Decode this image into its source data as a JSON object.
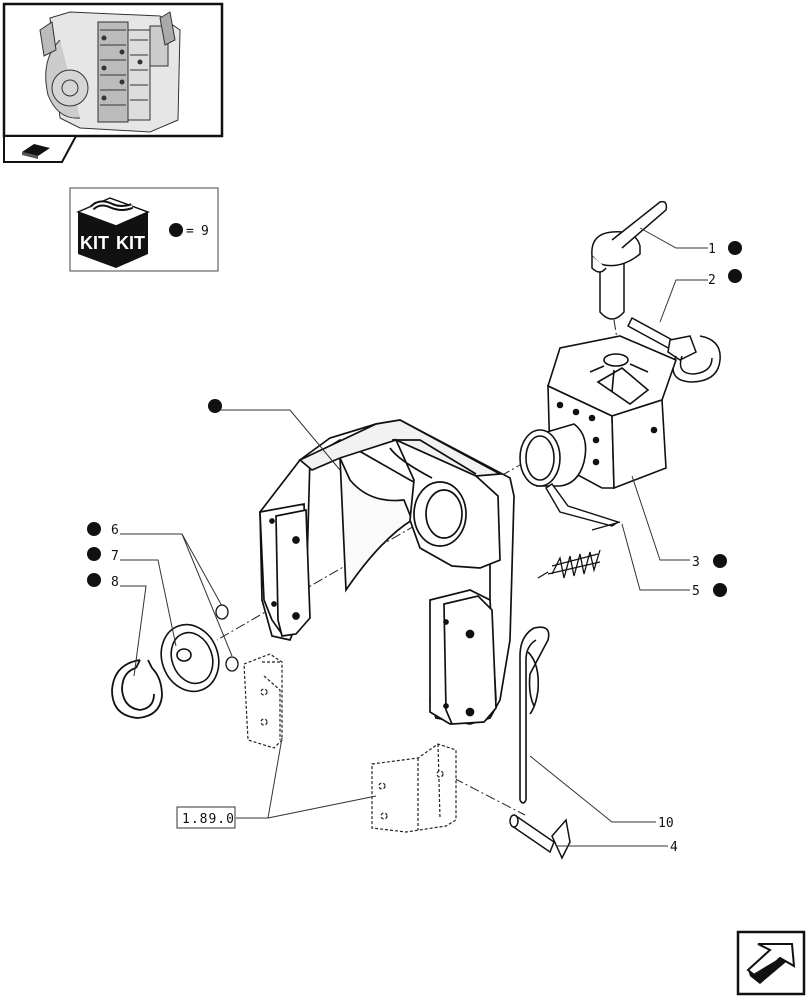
{
  "kit": {
    "label_left": "KIT",
    "label_right": "KIT",
    "equals": "=",
    "count": "9"
  },
  "callouts": {
    "c1": "1",
    "c2": "2",
    "c3": "3",
    "c5": "5",
    "c6": "6",
    "c7": "7",
    "c8": "8",
    "c10": "10",
    "c4": "4"
  },
  "reference_box": "1.89.0",
  "icons": {
    "thumbnail": "assembly-thumbnail",
    "book": "book-icon",
    "next_page": "next-page-arrow-icon",
    "kit_marker": "filled-dot-icon"
  },
  "colors": {
    "line": "#222222",
    "marker": "#111111",
    "background": "#ffffff"
  }
}
